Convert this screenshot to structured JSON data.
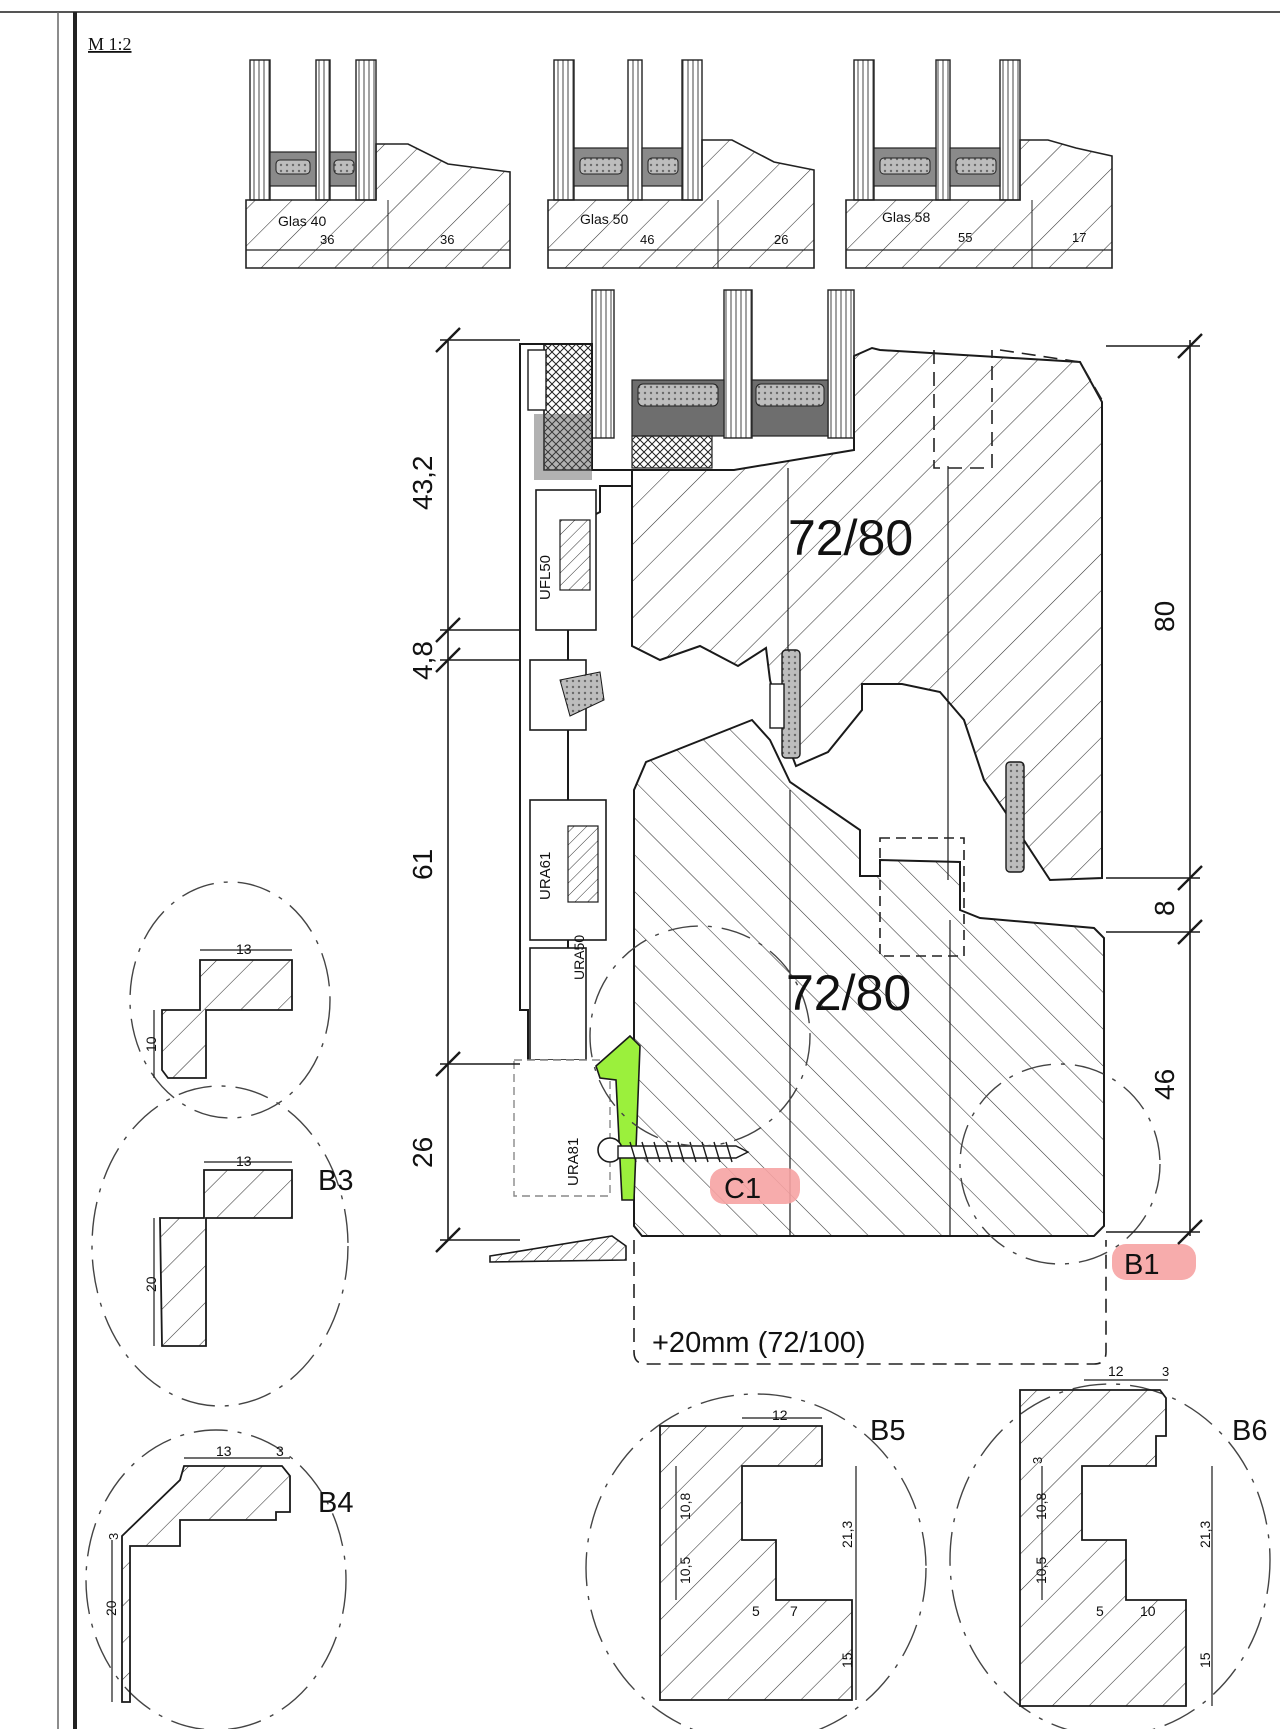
{
  "scale": "M 1:2",
  "glass_details": [
    {
      "glass_label": "Glas 40",
      "dim_a": "36",
      "dim_b": "36"
    },
    {
      "glass_label": "Glas 50",
      "dim_a": "46",
      "dim_b": "26"
    },
    {
      "glass_label": "Glas 58",
      "dim_a": "55",
      "dim_b": "17"
    }
  ],
  "profiles": {
    "upper": "72/80",
    "lower": "72/80"
  },
  "left_dims": [
    "43,2",
    "4,8",
    "61",
    "26"
  ],
  "right_dims": [
    "80",
    "8",
    "46"
  ],
  "component_labels": [
    "UFL50",
    "URA61",
    "URA50",
    "URA81"
  ],
  "extension_note": "+20mm (72/100)",
  "markers": {
    "c1": "C1",
    "b1": "B1"
  },
  "detail_labels": {
    "b3": "B3",
    "b4": "B4",
    "b5": "B5",
    "b6": "B6"
  },
  "detail_small": {
    "width": "13",
    "height": "10"
  },
  "detail_b3": {
    "width": "13",
    "height": "20"
  },
  "detail_b4": {
    "width": "13",
    "step": "3",
    "small": "3",
    "height": "20"
  },
  "detail_b5": {
    "top": "12",
    "d1": "10,8",
    "d2": "10,5",
    "total": "21,3",
    "bottom": "15",
    "w1": "5",
    "w2": "7"
  },
  "detail_b6": {
    "top": "12",
    "step": "3",
    "small": "3",
    "d1": "10,8",
    "d2": "10,5",
    "total": "21,3",
    "bottom": "15",
    "w1": "5",
    "w2": "10"
  },
  "colors": {
    "highlight_green": "#9bf03c",
    "highlight_red": "#f6a3a3",
    "line": "#1a1a1a",
    "seal": "#555555"
  }
}
